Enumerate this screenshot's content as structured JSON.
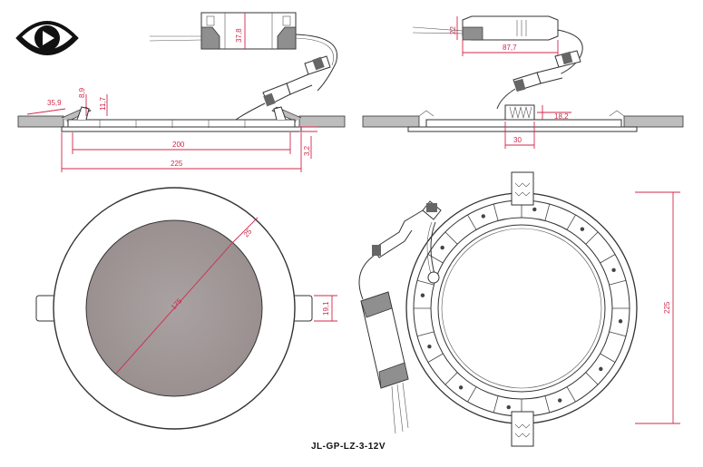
{
  "model": "JL-GP-LZ-3-12V",
  "dimensions": {
    "driver_height_left": "37,8",
    "ceiling_depth": "35,9",
    "clip_height": "8,9",
    "panel_height": "11,7",
    "cutout": "200",
    "outer": "225",
    "rim_thickness": "3,2",
    "driver_height_right": "22",
    "driver_length": "87,7",
    "spring_height": "18,2",
    "spring_width": "30",
    "front_rim": "25",
    "front_diffuser": "175",
    "clip_protrusion": "19,1",
    "back_diameter": "225"
  },
  "colors": {
    "dimension": "#d0284a",
    "ink": "#333333",
    "ceiling": "#bdbdbd",
    "diffuser": "#a39a9a",
    "driver_shade": "#8f8f8f",
    "logo": "#111111"
  },
  "icons": {
    "logo": "eye-play-logo-icon"
  }
}
